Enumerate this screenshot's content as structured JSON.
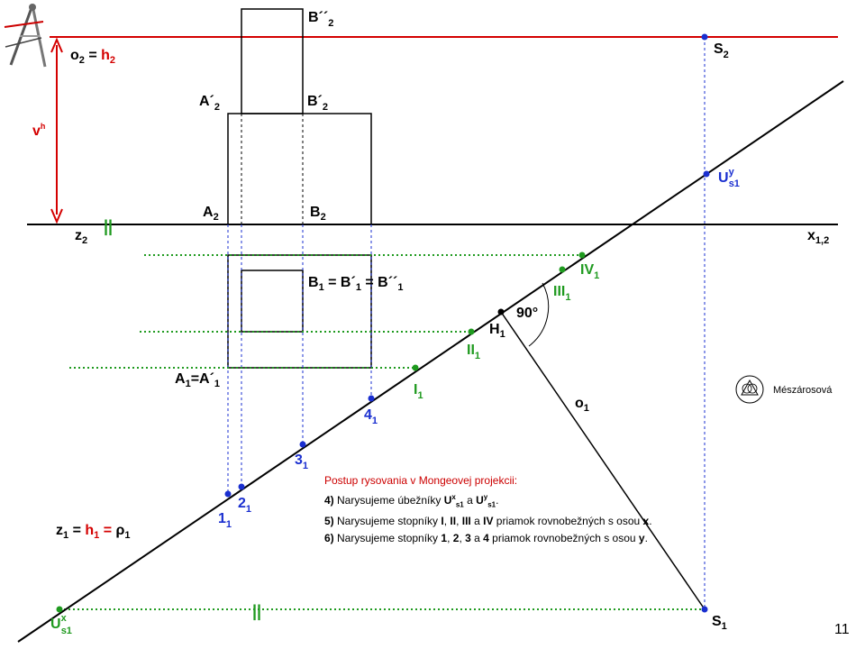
{
  "labels": {
    "b2pp": "B´´",
    "b2pp_sub": "2",
    "s2": "S",
    "s2_sub": "2",
    "o2": "o",
    "o2_sub": "2",
    "o2_eq": " = ",
    "h2": "h",
    "h2_sub": "2",
    "a2p": "A´",
    "a2p_sub": "2",
    "b2p": "B´",
    "b2p_sub": "2",
    "vh": "v",
    "vh_sup": "h",
    "uys1": "U",
    "uys1_sup": "y",
    "uys1_sub": "s1",
    "a2": "A",
    "a2_sub": "2",
    "b2": "B",
    "b2_sub": "2",
    "z2": "z",
    "z2_sub": "2",
    "x12": "x",
    "x12_sub": "1,2",
    "iv1": "IV",
    "iv1_sub": "1",
    "b1": "B",
    "b1_sub": "1",
    "b1_eq1": " = B´",
    "b1_sub2": "1",
    "b1_eq2": " = B´´",
    "b1_sub3": "1",
    "iii1": "III",
    "iii1_sub": "1",
    "angle": "90°",
    "h1": "H",
    "h1_sub": "1",
    "ii1": "II",
    "ii1_sub": "1",
    "a1": "A",
    "a1_sub": "1",
    "a1_eq": "=A´",
    "a1_sub2": "1",
    "i1": "I",
    "i1_sub": "1",
    "o1": "o",
    "o1_sub": "1",
    "n4": "4",
    "n4_sub": "1",
    "n3": "3",
    "n3_sub": "1",
    "n2": "2",
    "n2_sub": "1",
    "n1": "1",
    "n1_sub": "1",
    "z1": "z",
    "z1_sub": "1",
    "z1_eq": " = ",
    "h1r": "h",
    "h1r_sub": "1",
    "z1_eq2": " = ",
    "rho": "ρ",
    "rho_sub": "1",
    "uxs1": "U",
    "uxs1_sup": "x",
    "uxs1_sub": "s1",
    "s1": "S",
    "s1_sub": "1",
    "parallel": "||"
  },
  "note": {
    "title": "Postup rysovania v Mongeovej projekcii:",
    "l4_num": "4)",
    "l4_a": " Narysujeme úbežníky ",
    "l4_u1": "U",
    "l4_u1_sup": "x",
    "l4_u1_sub": "s1",
    "l4_mid": " a ",
    "l4_u2": "U",
    "l4_u2_sup": "y",
    "l4_u2_sub": "s1",
    "l4_end": ".",
    "l5_num": "5)",
    "l5_a": " Narysujeme stopníky ",
    "l5_i": "I",
    "l5_c1": ", ",
    "l5_ii": "II",
    "l5_c2": ", ",
    "l5_iii": "III",
    "l5_c3": " a ",
    "l5_iv": "IV",
    "l5_b": " priamok rovnobežných  s osou ",
    "l5_x": "x",
    "l5_end": ".",
    "l6_num": "6)",
    "l6_a": " Narysujeme stopníky ",
    "l6_1": "1",
    "l6_c1": ", ",
    "l6_2": "2",
    "l6_c2": ", ",
    "l6_3": "3",
    "l6_c3": " a ",
    "l6_4": "4",
    "l6_b": "  priamok rovnobežných  s osou ",
    "l6_y": "y",
    "l6_end": "."
  },
  "author": "Mészárosová",
  "page_number": "11",
  "colors": {
    "red": "#d40000",
    "green": "#1f9a1f",
    "blue": "#1a2fd0",
    "black": "#000000"
  },
  "icons": [
    "compass-logo-icon",
    "author-logo-icon"
  ]
}
